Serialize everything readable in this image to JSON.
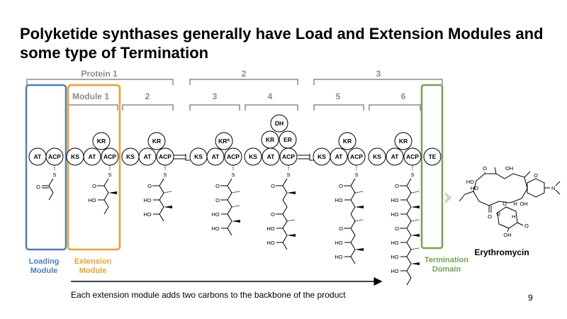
{
  "title": "Polyketide synthases generally have Load and Extension Modules and some type of Termination",
  "footer": "Each extension module adds two carbons to the backbone of the product",
  "page_number": "9",
  "proteins": [
    {
      "label": "Protein 1"
    },
    {
      "label": "2"
    },
    {
      "label": "3"
    }
  ],
  "modules": [
    {
      "label": "Module 1"
    },
    {
      "label": "2"
    },
    {
      "label": "3"
    },
    {
      "label": "4"
    },
    {
      "label": "5"
    },
    {
      "label": "6"
    }
  ],
  "domains": {
    "AT": "AT",
    "ACP": "ACP",
    "KS": "KS",
    "KR": "KR",
    "KR0": "KR⁰",
    "DH": "DH",
    "ER": "ER",
    "TE": "TE"
  },
  "chem": {
    "S": "S",
    "O": "O",
    "HO": "HO",
    "H": "H",
    "OH": "OH",
    "N": "N"
  },
  "labels": {
    "loading": [
      "Loading",
      "Module"
    ],
    "extension": [
      "Extension",
      "Module"
    ],
    "termination": [
      "Termination",
      "Domain"
    ],
    "product": "Erythromycin"
  },
  "colors": {
    "loading": "#4a7fc4",
    "extension": "#f0a028",
    "termination": "#6aa84f",
    "bracket": "#8c8c8c"
  }
}
